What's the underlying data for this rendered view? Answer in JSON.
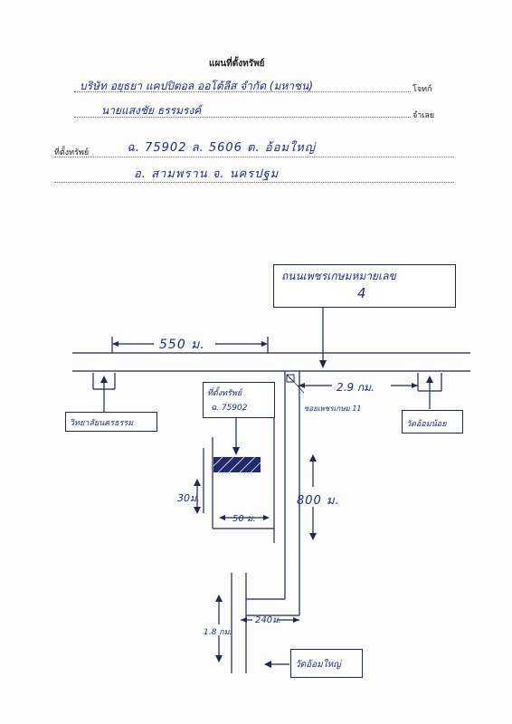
{
  "header": {
    "title": "แผนที่ตั้งทรัพย์",
    "plaintiff_value": "บริษัท อยุธยา แคปปิตอล ออโต้ลีส จำกัด (มหาชน)",
    "plaintiff_label": "โจทก์",
    "defendant_value": "นายแสงชัย ธรรมรงค์",
    "defendant_label": "จำเลย",
    "location_label": "ที่ตั้งทรัพย์",
    "location_line1": "ฉ. 75902   ล. 5606   ต. อ้อมใหญ่",
    "location_line2": "อ. สามพราน   จ. นครปฐม"
  },
  "map": {
    "main_road_label": "ถนนเพชรเกษมหมายเลข",
    "main_road_number": "4",
    "distance_top": "550 ม.",
    "distance_right": "2.9 กม.",
    "school_label": "วิทยาลัยนครธรรม",
    "temple_small_label": "วัดอ้อมน้อย",
    "soi_label": "ซอยเพชรเกษม 11",
    "property_label": "ที่ตั้งทรัพย์",
    "property_deed": "ฉ. 75902",
    "dim_30": "30ม.",
    "dim_50": "50 ม.",
    "dist_800": "800 ม.",
    "dist_240": "240ม.",
    "dist_1_8": "1.8 กม.",
    "temple_big_label": "วัดอ้อมใหญ่"
  }
}
